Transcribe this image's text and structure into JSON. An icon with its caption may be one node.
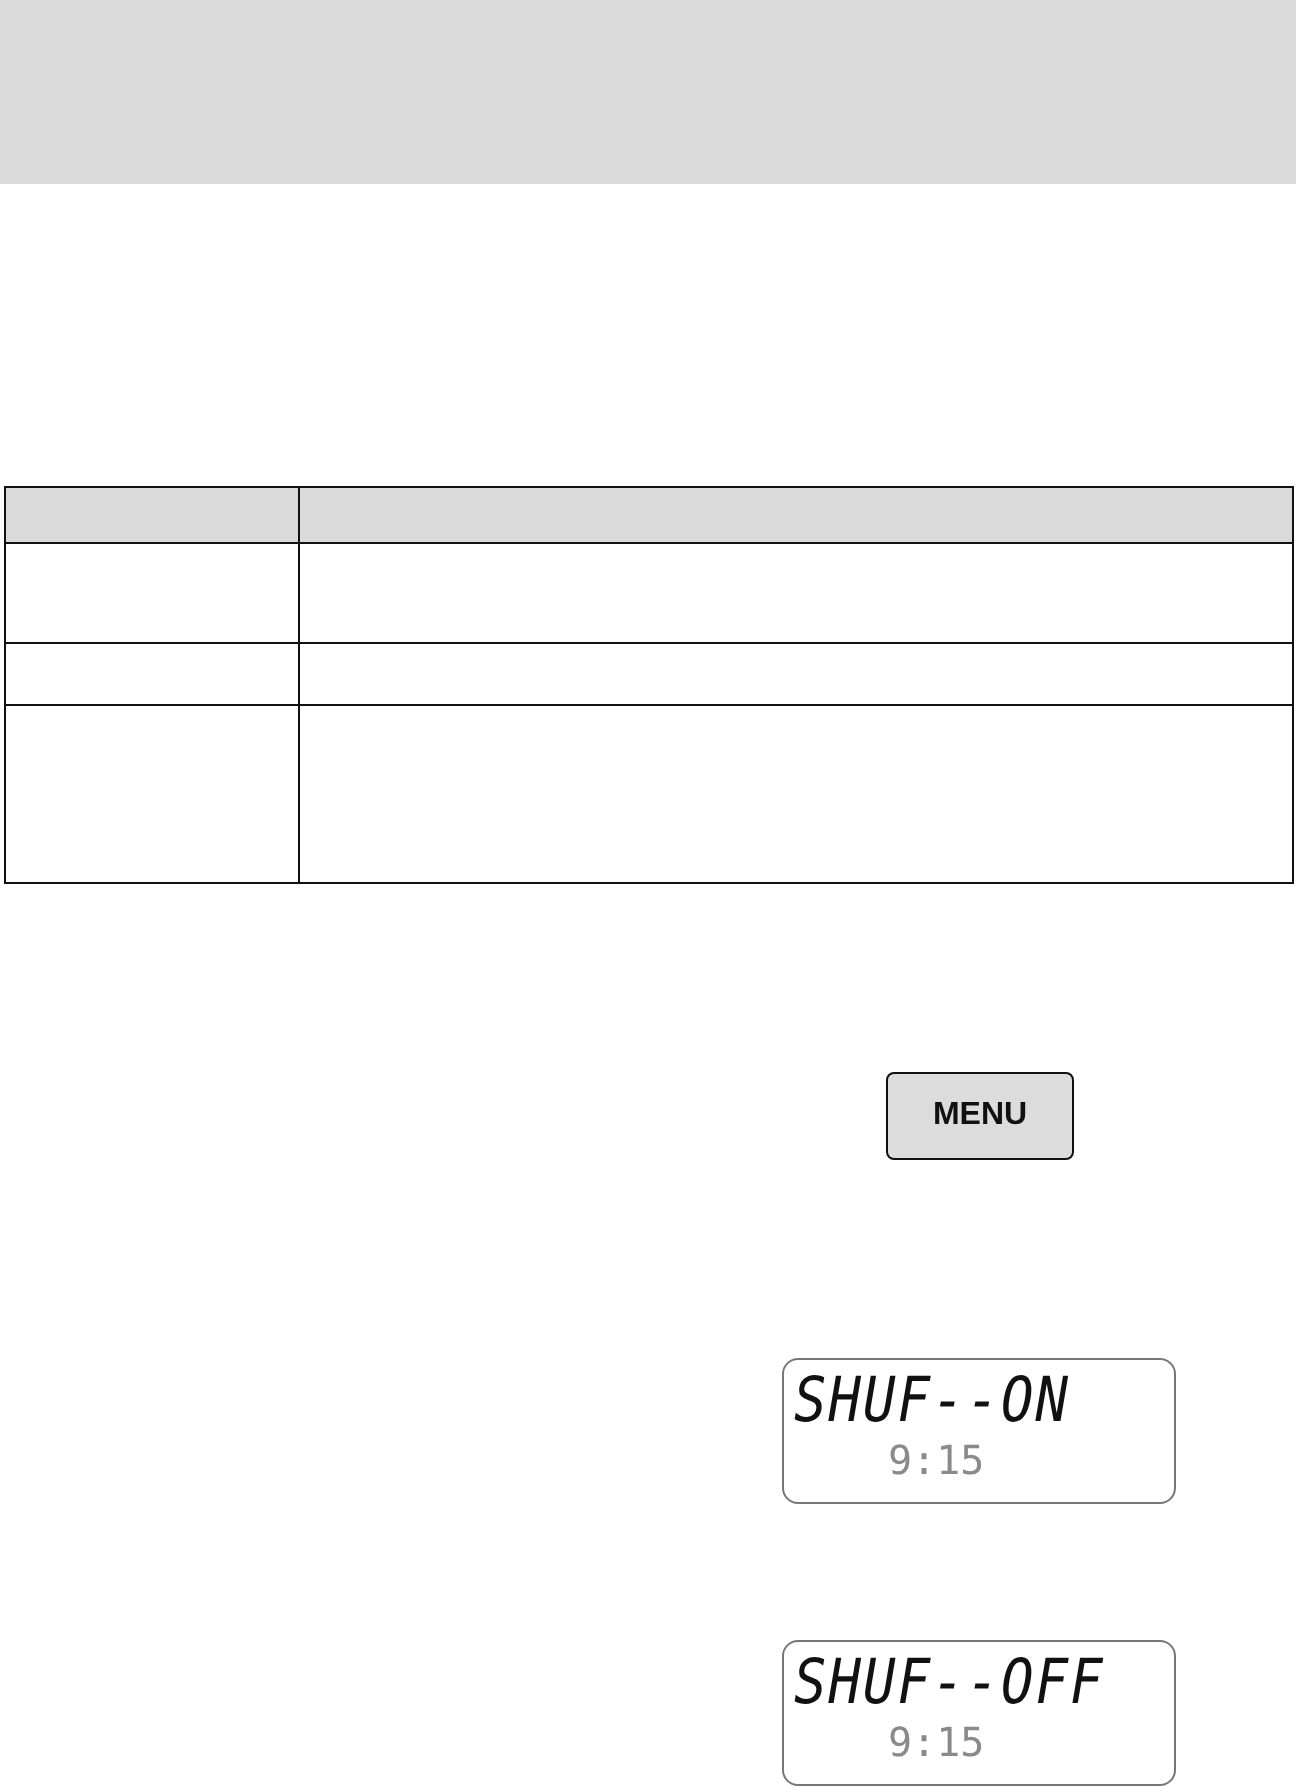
{
  "diagram": {
    "nodes": [
      {
        "text": [
          "MENU"
        ]
      },
      {
        "text": [
          "SHUF--ON",
          "9:15"
        ]
      },
      {
        "text": [
          "SHUF--OFF",
          "9:15"
        ]
      }
    ]
  }
}
